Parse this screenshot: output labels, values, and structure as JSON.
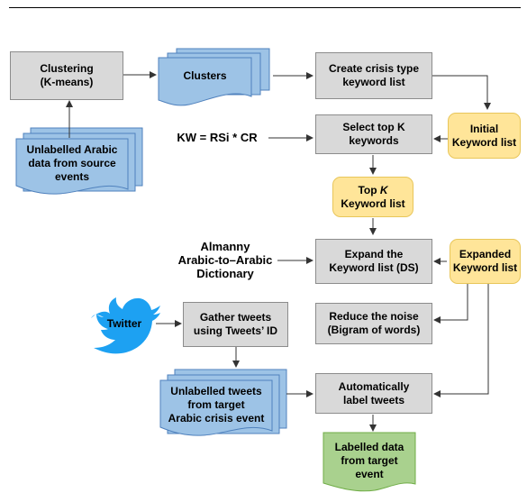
{
  "nodes": {
    "clustering": "Clustering\n(K-means)",
    "clusters": "Clusters",
    "create_list": "Create crisis type\nkeyword list",
    "initial_list": "Initial\nKeyword list",
    "formula": "KW = RSi * CR",
    "select_top": "Select top K\nkeywords",
    "unlabelled_source": "Unlabelled Arabic\ndata from source\nevents",
    "top_k_prefix": "Top ",
    "top_k_var": "K",
    "top_k_suffix": "Keyword list",
    "dictionary": "Almanny\nArabic-to–Arabic\nDictionary",
    "expand": "Expand the\nKeyword list (DS)",
    "expanded_list": "Expanded\nKeyword list",
    "twitter": "Twitter",
    "gather": "Gather tweets\nusing Tweets’ ID",
    "reduce": "Reduce the noise\n(Bigram of words)",
    "unlabelled_target": "Unlabelled tweets\nfrom target\nArabic crisis event",
    "auto_label": "Automatically\nlabel tweets",
    "labelled": "Labelled data\nfrom target\nevent"
  },
  "colors": {
    "process": "#d9d9d9",
    "keyword_list": "#ffe599",
    "data_doc": "#9dc3e6",
    "output_doc": "#a9d18e",
    "twitter_blue": "#1da1f2"
  }
}
